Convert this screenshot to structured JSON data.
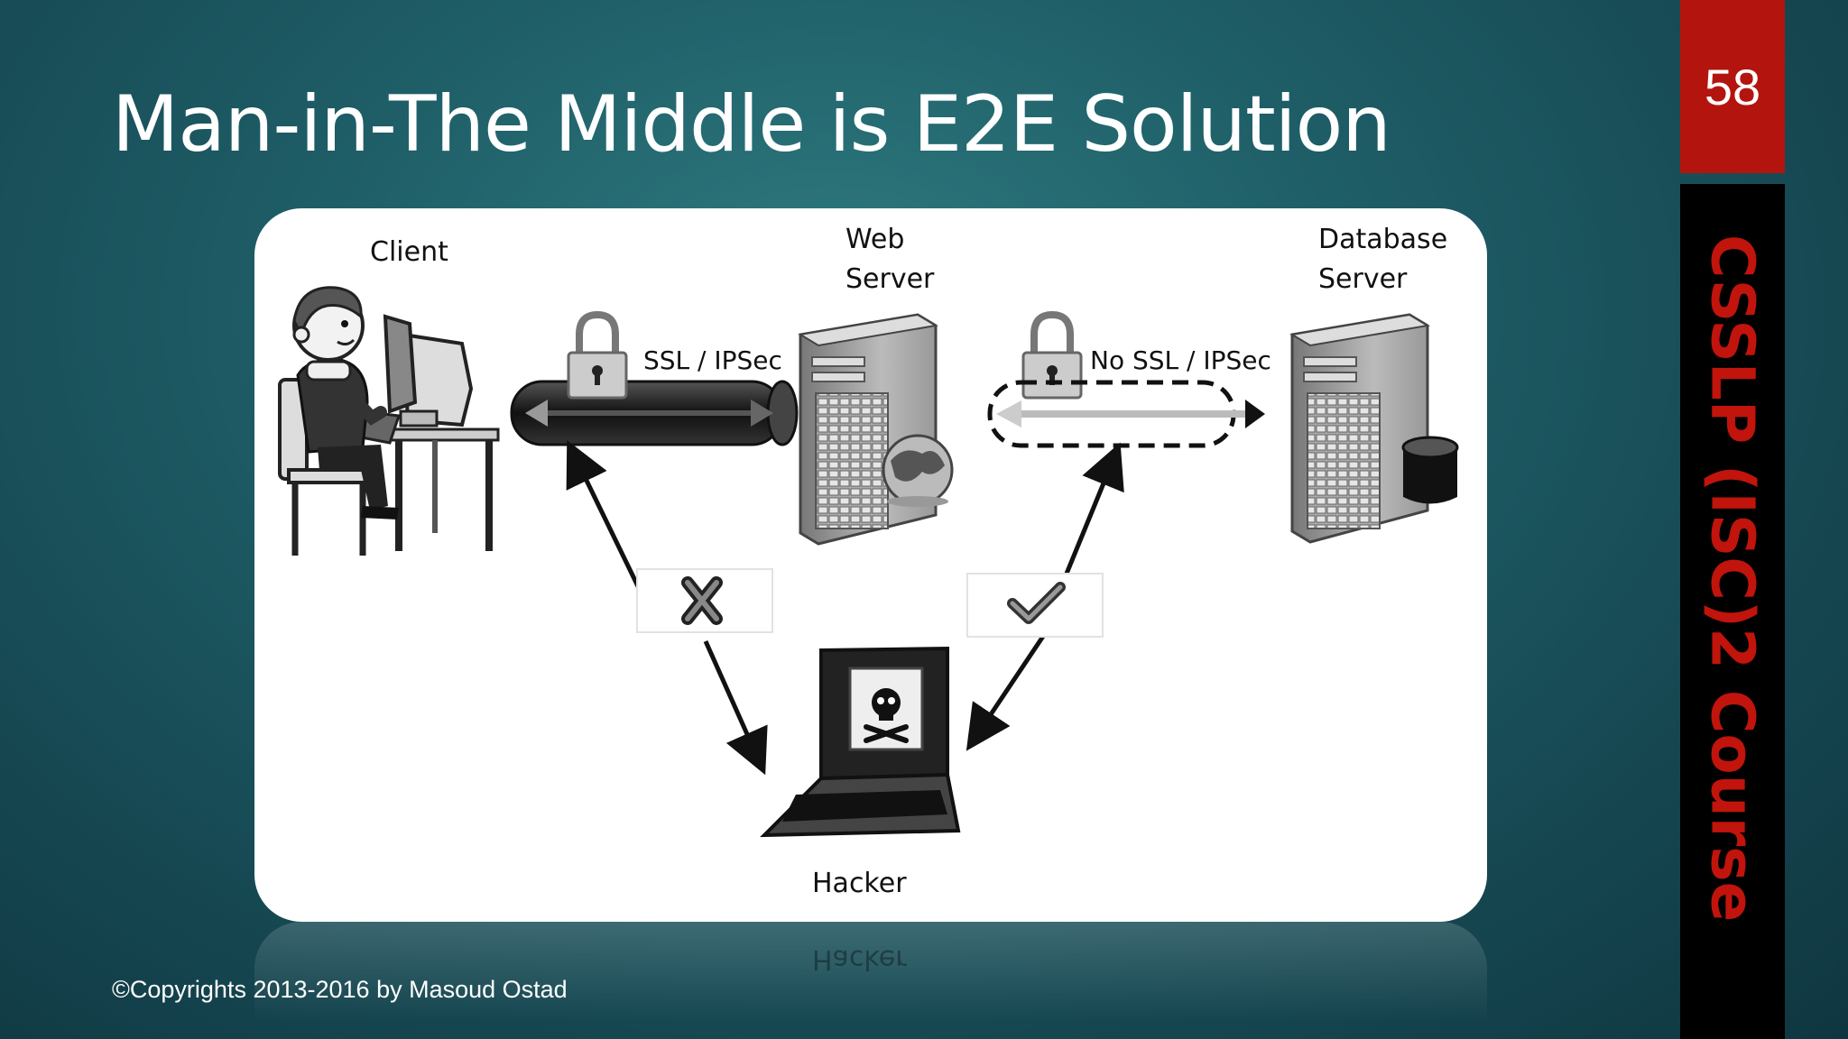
{
  "slide": {
    "title": "Man-in-The Middle is E2E Solution",
    "page_number": "58",
    "course_label": "CSSLP (ISC)2 Course",
    "copyright": "©Copyrights 2013-2016 by Masoud Ostad"
  },
  "diagram": {
    "client_label": "Client",
    "web_server_label_1": "Web",
    "web_server_label_2": "Server",
    "db_server_label_1": "Database",
    "db_server_label_2": "Server",
    "ssl_label": "SSL / IPSec",
    "no_ssl_label": "No SSL / IPSec",
    "hacker_label": "Hacker",
    "reflection_label": "Hacker"
  },
  "colors": {
    "accent_red": "#b3150e",
    "course_text": "#c0140c",
    "panel": "#ffffff"
  }
}
